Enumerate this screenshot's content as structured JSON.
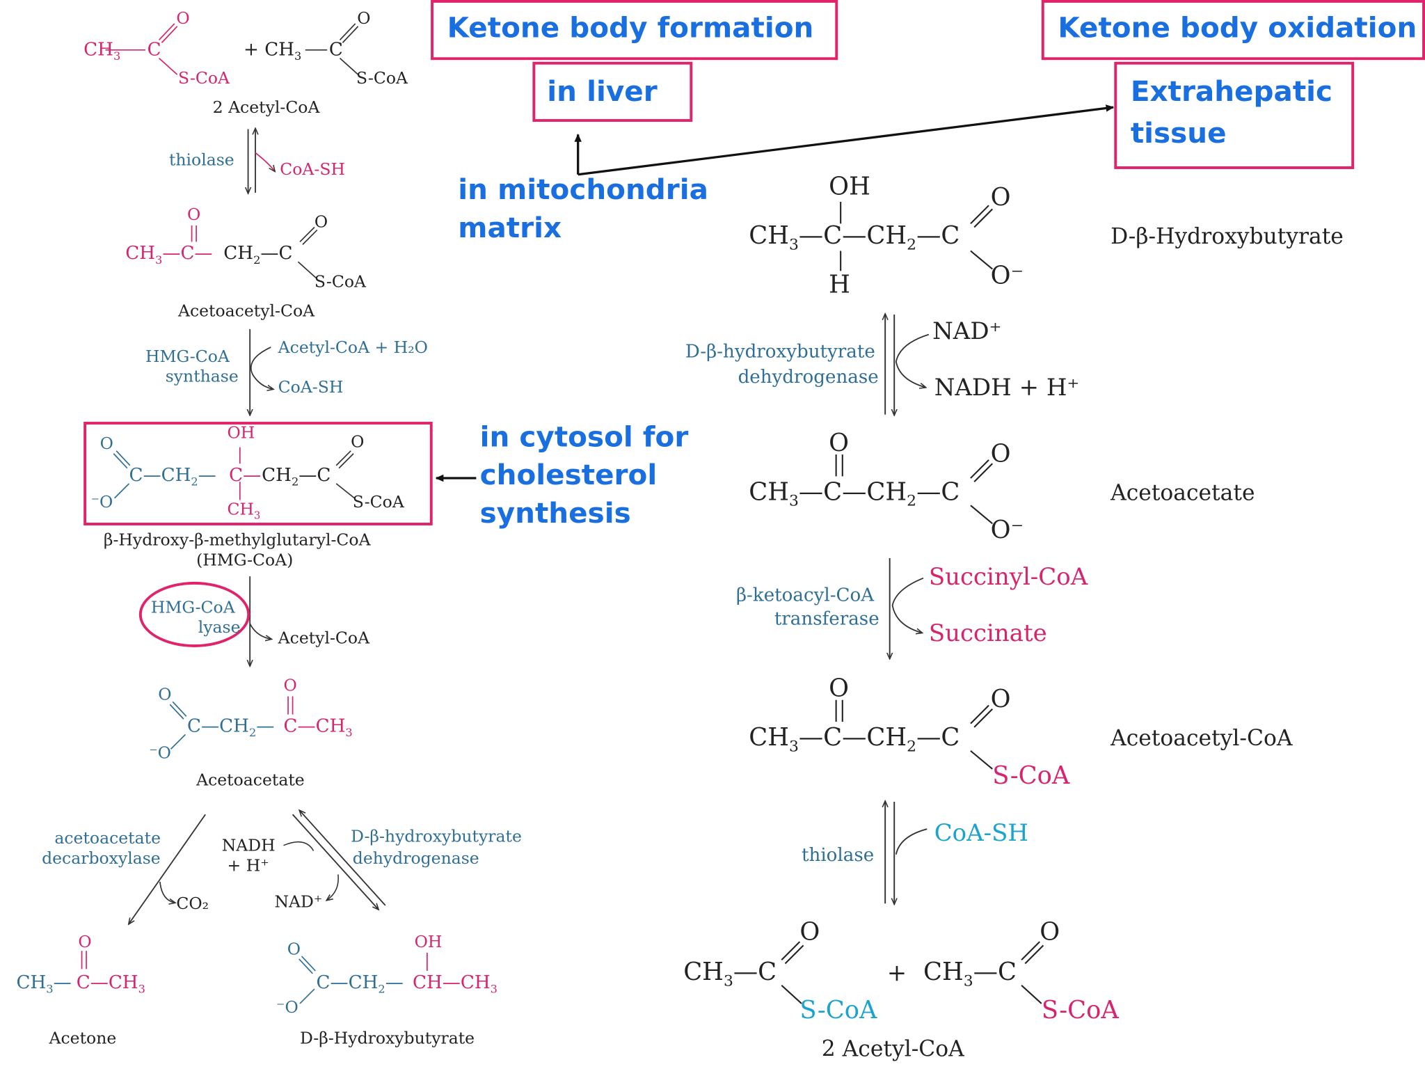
{
  "annotations": {
    "formation_title": "Ketone body formation",
    "oxidation_title": "Ketone body oxidation",
    "in_liver": "in liver",
    "extrahepatic_line1": "Extrahepatic",
    "extrahepatic_line2": "tissue",
    "mito_line1": "in mitochondria",
    "mito_line2": "matrix",
    "cytosol_line1": "in cytosol for",
    "cytosol_line2": "cholesterol",
    "cytosol_line3": "synthesis"
  },
  "formation": {
    "acetylcoa_label": "2 Acetyl-CoA",
    "s_coa": "S-CoA",
    "thiolase": "thiolase",
    "coa_sh": "CoA-SH",
    "acetoacetylcoa_label": "Acetoacetyl-CoA",
    "hmg_synthase_line1": "HMG-CoA",
    "hmg_synthase_line2": "synthase",
    "acetylcoa_h2o": "Acetyl-CoA + H₂O",
    "hmg_label_line1": "β-Hydroxy-β-methylglutaryl-CoA",
    "hmg_label_line2": "(HMG-CoA)",
    "hmg_lyase_line1": "HMG-CoA",
    "hmg_lyase_line2": "lyase",
    "acetylcoa_out": "Acetyl-CoA",
    "acetoacetate_label": "Acetoacetate",
    "decarboxylase_line1": "acetoacetate",
    "decarboxylase_line2": "decarboxylase",
    "co2": "CO₂",
    "nadh_line1": "NADH",
    "nadh_line2": "+ H⁺",
    "nad": "NAD⁺",
    "dh_line1": "D-β-hydroxybutyrate",
    "dh_line2": "dehydrogenase",
    "acetone_label": "Acetone",
    "hydroxybutyrate_label": "D-β-Hydroxybutyrate"
  },
  "oxidation": {
    "hydroxybutyrate_label": "D-β-Hydroxybutyrate",
    "dh_line1": "D-β-hydroxybutyrate",
    "dh_line2": "dehydrogenase",
    "nad": "NAD⁺",
    "nadh": "NADH + H⁺",
    "acetoacetate_label": "Acetoacetate",
    "transferase_line1": "β-ketoacyl-CoA",
    "transferase_line2": "transferase",
    "succinyl_coa": "Succinyl-CoA",
    "succinate": "Succinate",
    "acetoacetylcoa_label": "Acetoacetyl-CoA",
    "thiolase": "thiolase",
    "coa_sh": "CoA-SH",
    "acetylcoa_label": "2 Acetyl-CoA",
    "s_coa": "S-CoA"
  },
  "colors": {
    "annotation_text": "#1a6fe0",
    "highlight_box": "#e0236b",
    "reactant": "#d6246e",
    "enzyme": "#2f6f96",
    "cofactor": "#1aa3cf"
  }
}
